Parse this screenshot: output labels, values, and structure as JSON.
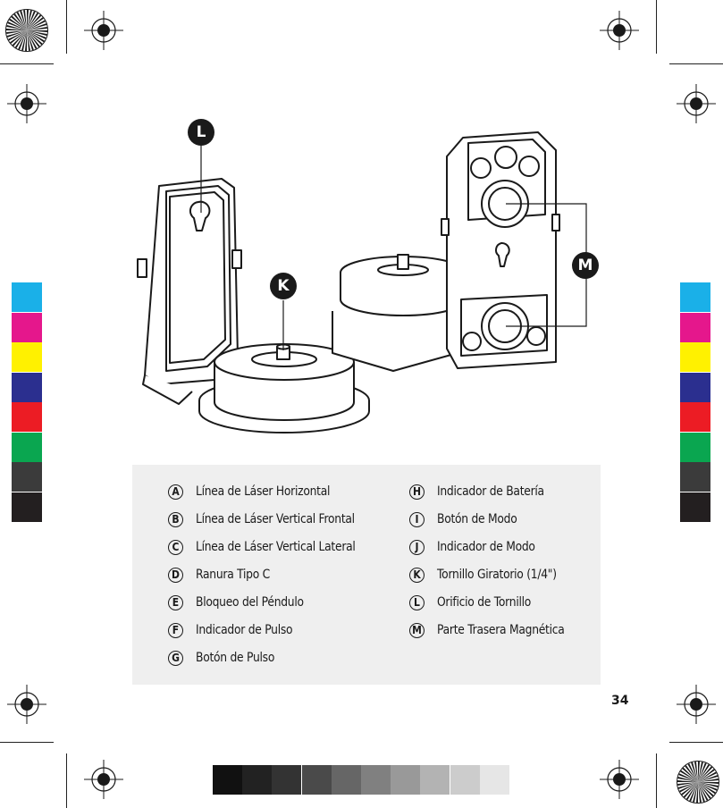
{
  "page_number": "34",
  "callouts": {
    "L": "L",
    "K": "K",
    "M": "M"
  },
  "legend": {
    "left": [
      {
        "key": "A",
        "label": "Línea de Láser Horizontal"
      },
      {
        "key": "B",
        "label": "Línea de Láser Vertical Frontal"
      },
      {
        "key": "C",
        "label": "Línea de Láser Vertical Lateral"
      },
      {
        "key": "D",
        "label": "Ranura Tipo C"
      },
      {
        "key": "E",
        "label": "Bloqueo del Péndulo"
      },
      {
        "key": "F",
        "label": "Indicador de Pulso"
      },
      {
        "key": "G",
        "label": "Botón de Pulso"
      }
    ],
    "right": [
      {
        "key": "H",
        "label": "Indicador de Batería"
      },
      {
        "key": "I",
        "label": "Botón de Modo"
      },
      {
        "key": "J",
        "label": "Indicador de Modo"
      },
      {
        "key": "K",
        "label": "Tornillo Giratorio (1/4\")"
      },
      {
        "key": "L",
        "label": "Orificio de Tornillo"
      },
      {
        "key": "M",
        "label": "Parte Trasera Magnética"
      }
    ]
  },
  "colors": {
    "side_bar": [
      "#1ab0e8",
      "#e5178c",
      "#fff100",
      "#2b2f8f",
      "#ec1c24",
      "#0aa650",
      "#3b3b3b",
      "#231f20"
    ],
    "gray_bar": [
      "#111111",
      "#222222",
      "#333333",
      "#4a4a4a",
      "#666666",
      "#808080",
      "#999999",
      "#b3b3b3",
      "#cccccc",
      "#e6e6e6"
    ]
  }
}
